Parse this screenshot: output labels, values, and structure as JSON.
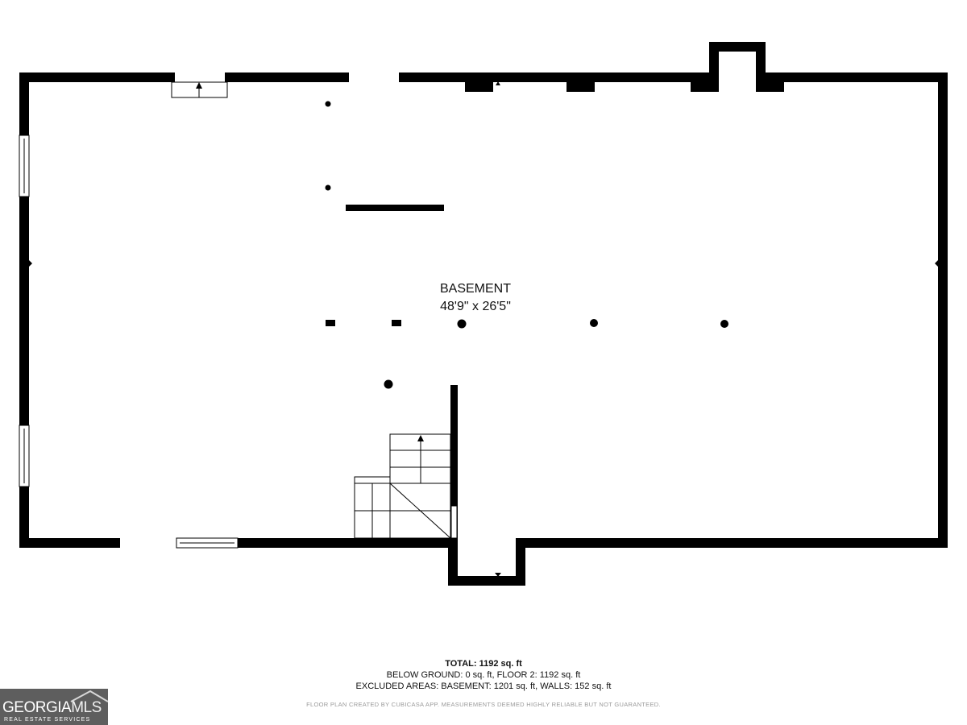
{
  "room": {
    "name": "BASEMENT",
    "dimensions": "48'9\" x 26'5\""
  },
  "summary": {
    "total": "TOTAL: 1192 sq. ft",
    "below_ground": "BELOW GROUND: 0 sq. ft, FLOOR 2: 1192 sq. ft",
    "excluded": "EXCLUDED AREAS: BASEMENT: 1201 sq. ft, WALLS: 152 sq. ft"
  },
  "disclaimer": "FLOOR PLAN CREATED BY CUBICASA APP. MEASUREMENTS DEEMED HIGHLY RELIABLE BUT NOT GUARANTEED.",
  "logo": {
    "main": "GEORGIA",
    "mls": "MLS",
    "sub": "REAL ESTATE SERVICES"
  },
  "colors": {
    "wall": "#000000",
    "logo_bg": "#5e5e5e",
    "disclaimer": "#9a9a9a"
  }
}
